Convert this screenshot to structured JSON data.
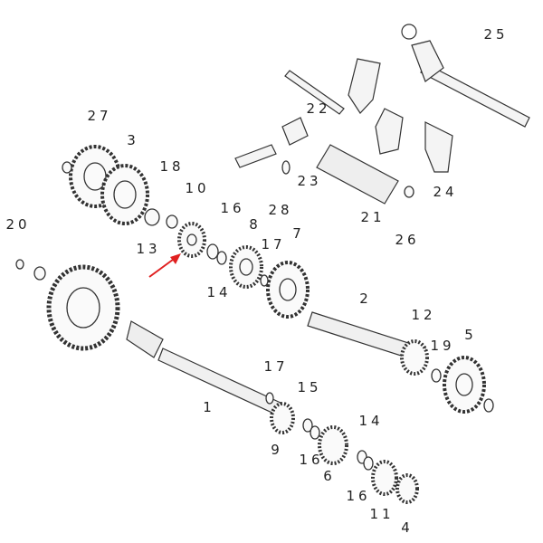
{
  "labels": [
    "25",
    "27",
    "3",
    "22",
    "18",
    "10",
    "16",
    "23",
    "28",
    "21",
    "24",
    "20",
    "8",
    "7",
    "17",
    "13",
    "14",
    "26",
    "2",
    "12",
    "19",
    "5",
    "17",
    "1",
    "15",
    "9",
    "16",
    "14",
    "6",
    "16",
    "11",
    "4"
  ],
  "highlighted_part": "10",
  "arrow_color": "#e02020"
}
